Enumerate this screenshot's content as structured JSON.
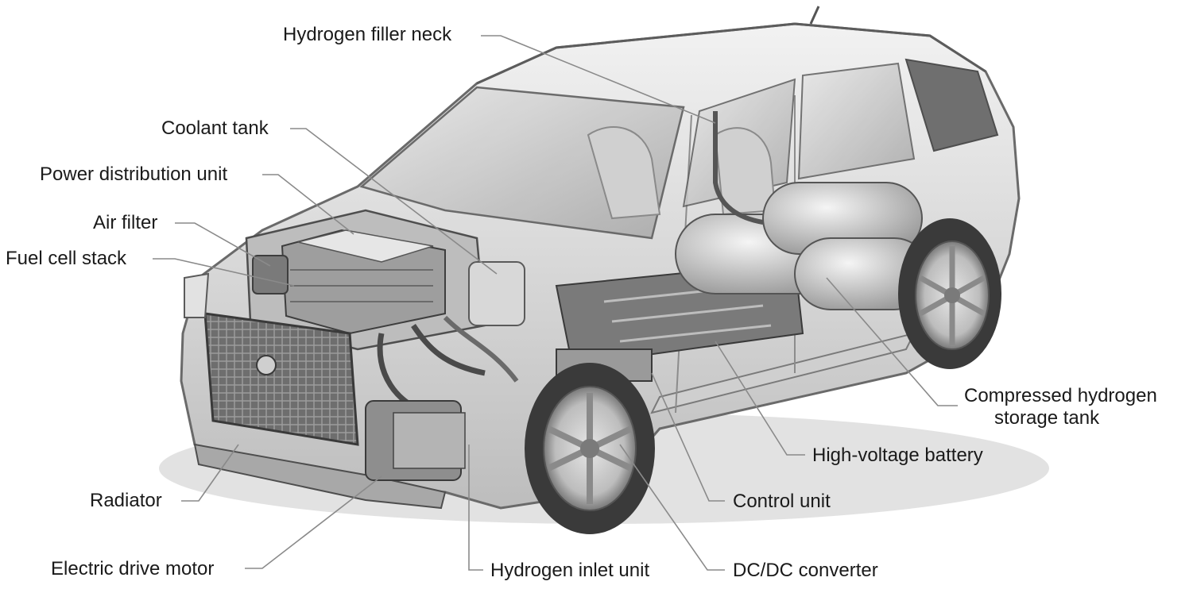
{
  "figure": {
    "labels": {
      "hydrogen_filler_neck": "Hydrogen filler neck",
      "coolant_tank": "Coolant tank",
      "power_distribution_unit": "Power distribution unit",
      "air_filter": "Air filter",
      "fuel_cell_stack": "Fuel cell stack",
      "radiator": "Radiator",
      "electric_drive_motor": "Electric drive motor",
      "hydrogen_inlet_unit": "Hydrogen inlet unit",
      "dc_dc_converter": "DC/DC converter",
      "control_unit": "Control unit",
      "high_voltage_battery": "High-voltage battery",
      "compressed_hydrogen_storage_tank_line1": "Compressed hydrogen",
      "compressed_hydrogen_storage_tank_line2": "storage tank"
    },
    "colors": {
      "line": "#8a8a8a",
      "text": "#1a1a1a",
      "body": "#d9d9d9",
      "dark": "#4a4a4a"
    }
  }
}
